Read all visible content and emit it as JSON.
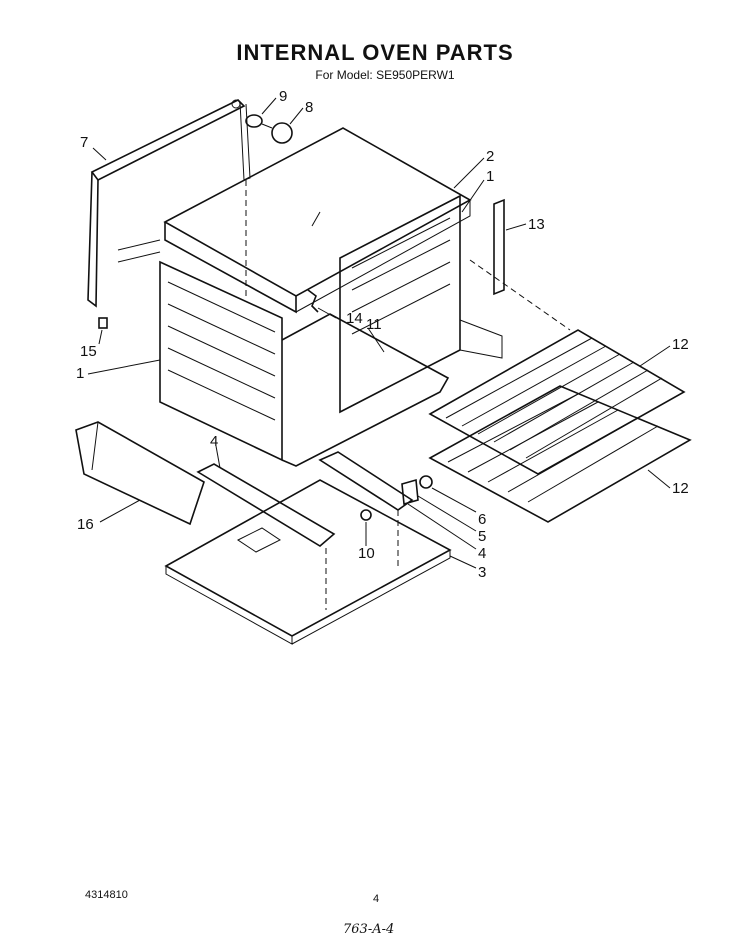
{
  "header": {
    "title": "INTERNAL OVEN PARTS",
    "subtitle": "For Model: SE950PERW1"
  },
  "callouts": [
    {
      "id": "c-9",
      "label": "9"
    },
    {
      "id": "c-8",
      "label": "8"
    },
    {
      "id": "c-7",
      "label": "7"
    },
    {
      "id": "c-2",
      "label": "2"
    },
    {
      "id": "c-1a",
      "label": "1"
    },
    {
      "id": "c-13",
      "label": "13"
    },
    {
      "id": "c-14",
      "label": "14"
    },
    {
      "id": "c-11",
      "label": "11"
    },
    {
      "id": "c-15",
      "label": "15"
    },
    {
      "id": "c-1b",
      "label": "1"
    },
    {
      "id": "c-12a",
      "label": "12"
    },
    {
      "id": "c-12b",
      "label": "12"
    },
    {
      "id": "c-4a",
      "label": "4"
    },
    {
      "id": "c-16",
      "label": "16"
    },
    {
      "id": "c-6",
      "label": "6"
    },
    {
      "id": "c-5",
      "label": "5"
    },
    {
      "id": "c-4b",
      "label": "4"
    },
    {
      "id": "c-10",
      "label": "10"
    },
    {
      "id": "c-3",
      "label": "3"
    }
  ],
  "footer": {
    "doc_number": "4314810",
    "page_number": "4",
    "handwritten_note": "763-A-4"
  }
}
